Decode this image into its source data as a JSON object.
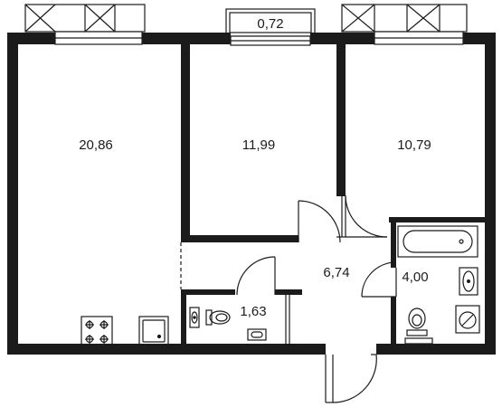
{
  "floorplan": {
    "rooms": [
      {
        "id": "living-room",
        "area": "20,86"
      },
      {
        "id": "bedroom-middle",
        "area": "11,99"
      },
      {
        "id": "bedroom-right",
        "area": "10,79"
      },
      {
        "id": "hallway",
        "area": "6,74"
      },
      {
        "id": "bathroom",
        "area": "4,00"
      },
      {
        "id": "toilet",
        "area": "1,63"
      }
    ],
    "balcony": {
      "area": "0,72"
    },
    "colors": {
      "wall": "#1b1b1b",
      "line": "#1b1b1b",
      "background": "#ffffff"
    }
  }
}
